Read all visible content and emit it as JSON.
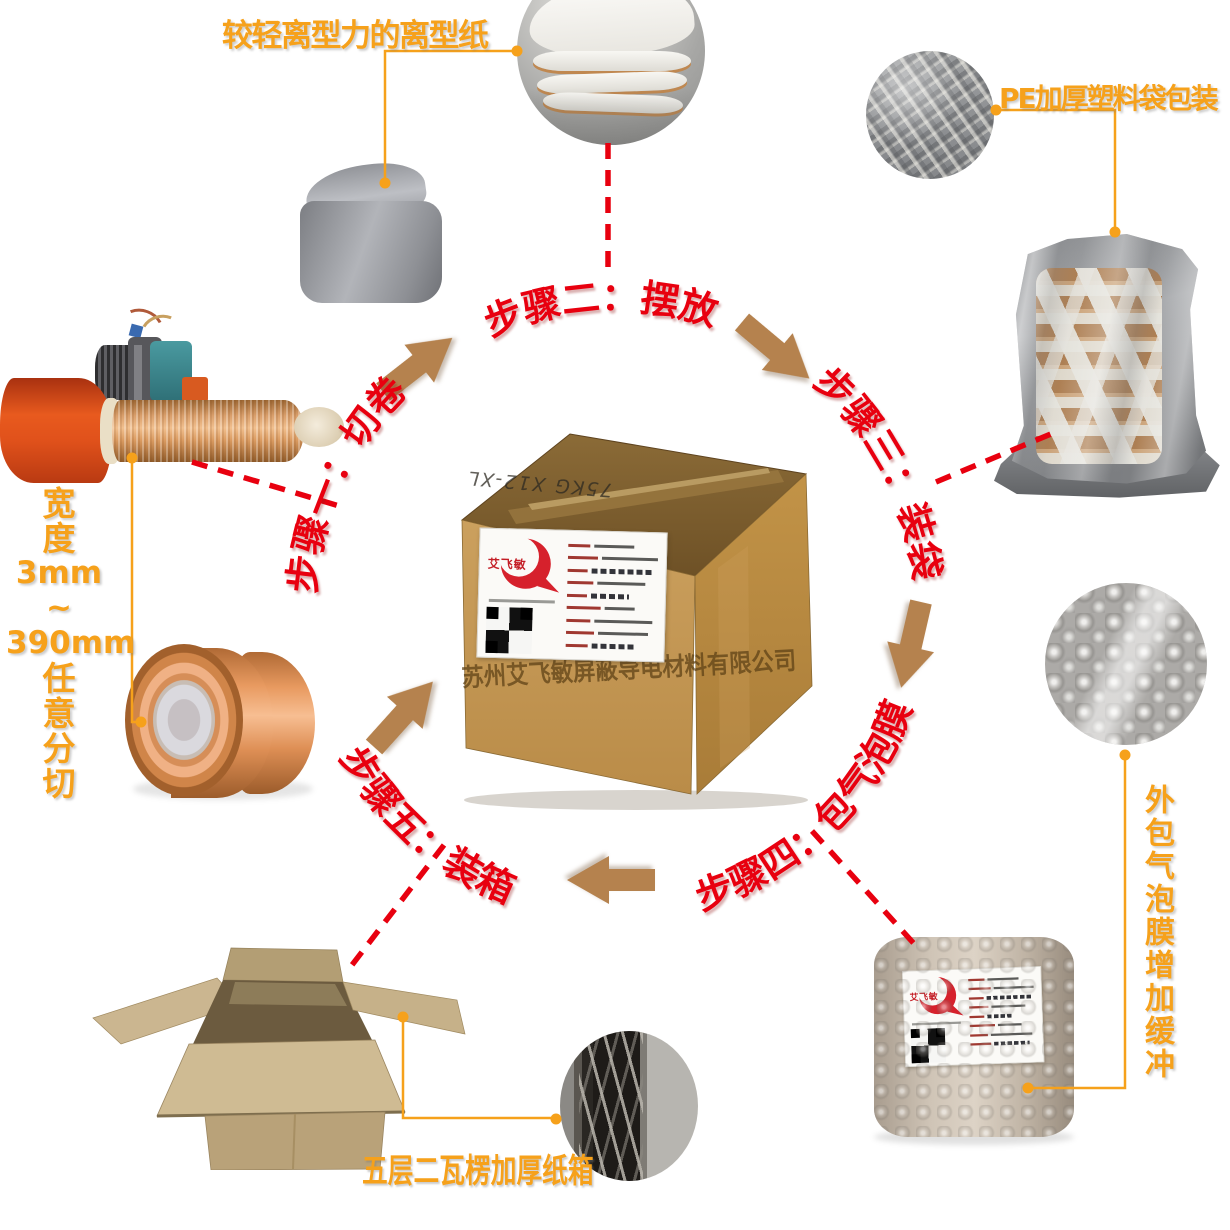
{
  "colors": {
    "accent_orange": "#F6A11B",
    "step_red": "#E8000F",
    "arrow_brown": "#B5824E"
  },
  "annotations": {
    "release_paper": "较轻离型力的离型纸",
    "pe_bag": "PE加厚塑料袋包装",
    "width_spec": {
      "lines": [
        "宽",
        "度",
        "3mm",
        "~",
        "390mm",
        "任",
        "意",
        "分",
        "切"
      ]
    },
    "bubble_cushion": "外包气泡膜增加缓冲",
    "carton": "五层二瓦楞加厚纸箱"
  },
  "steps": [
    {
      "label": "步骤一：切卷"
    },
    {
      "label": "步骤二：摆放"
    },
    {
      "label": "步骤三：装袋"
    },
    {
      "label": "步骤四：包气泡膜"
    },
    {
      "label": "步骤五：装箱"
    }
  ],
  "center_box": {
    "company": "苏州艾飞敏屏蔽导电材料有限公司",
    "handwriting": "75KG X12-XL",
    "label_logo": "艾飞敏"
  }
}
